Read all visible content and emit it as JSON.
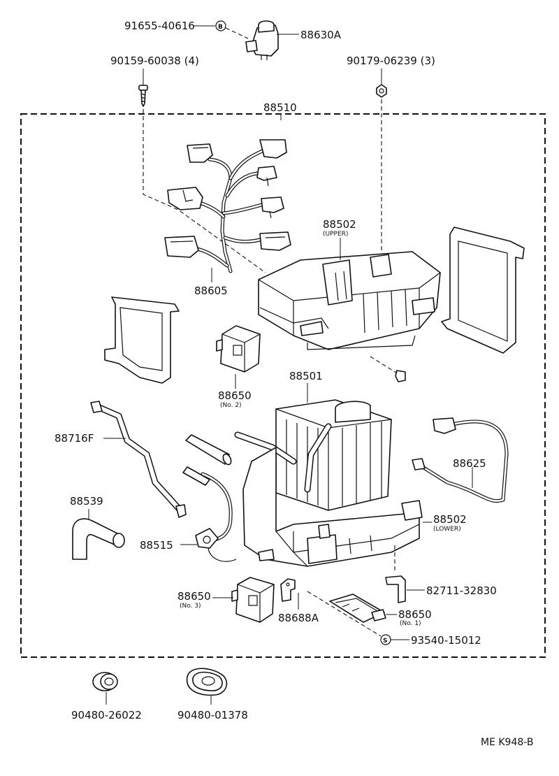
{
  "diagram": {
    "frame_label": "88510",
    "reference_code": "ME K948-B",
    "parts": {
      "p91655": "91655-40616",
      "p88630a": "88630A",
      "p90159": "90159-60038 (4)",
      "p90179": "90179-06239 (3)",
      "p88502u": "88502",
      "p88502u_sub": "(UPPER)",
      "p88605": "88605",
      "p88650_2": "88650",
      "p88650_2_sub": "(No. 2)",
      "p88501": "88501",
      "p88716f": "88716F",
      "p88625": "88625",
      "p88539": "88539",
      "p88502l": "88502",
      "p88502l_sub": "(LOWER)",
      "p88515": "88515",
      "p82711": "82711-32830",
      "p88650_3": "88650",
      "p88650_3_sub": "(No. 3)",
      "p88688a": "88688A",
      "p88650_1": "88650",
      "p88650_1_sub": "(No. 1)",
      "p93540": "93540-15012",
      "p90480a": "90480-26022",
      "p90480b": "90480-01378"
    },
    "markers": {
      "b": "B",
      "s": "S"
    }
  }
}
